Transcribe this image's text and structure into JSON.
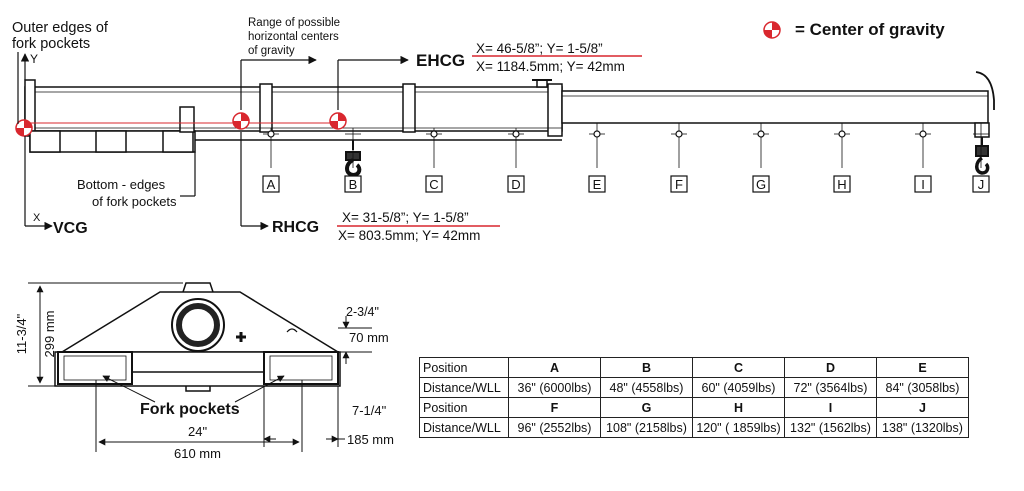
{
  "labels": {
    "outer_edges": [
      "Outer edges of",
      "fork pockets"
    ],
    "range_cg": [
      "Range of possible",
      "horizontal centers",
      "of gravity"
    ],
    "legend": "= Center of gravity",
    "ehcg": "EHCG",
    "ehcg_in": "X= 46-5/8”; Y= 1-5/8”",
    "ehcg_mm": "X= 1184.5mm; Y= 42mm",
    "rhcg": "RHCG",
    "rhcg_in": "X= 31-5/8”; Y= 1-5/8”",
    "rhcg_mm": "X= 803.5mm; Y= 42mm",
    "bottom_edges": [
      "Bottom - edges",
      "of fork pockets"
    ],
    "vcg": "VCG",
    "axis_y": "Y",
    "axis_x": "X",
    "positions": [
      "A",
      "B",
      "C",
      "D",
      "E",
      "F",
      "G",
      "H",
      "I",
      "J"
    ],
    "dim_height_in": "11-3/4\"",
    "dim_height_mm": "299 mm",
    "dim_pocket_h_in": "2-3/4\"",
    "dim_pocket_h_mm": "70 mm",
    "fork_pockets": "Fork pockets",
    "dim_pocket_w_in": "7-1/4\"",
    "dim_pocket_w_mm": "185 mm",
    "dim_center_in": "24\"",
    "dim_center_mm": "610 mm"
  },
  "table": {
    "rows": [
      {
        "label": "Position",
        "cells": [
          "A",
          "B",
          "C",
          "D",
          "E"
        ]
      },
      {
        "label": "Distance/WLL",
        "cells": [
          "36\" (6000lbs)",
          "48\" (4558lbs)",
          "60\" (4059lbs)",
          "72\" (3564lbs)",
          "84\" (3058lbs)"
        ]
      },
      {
        "label": "Position",
        "cells": [
          "F",
          "G",
          "H",
          "I",
          "J"
        ]
      },
      {
        "label": "Distance/WLL",
        "cells": [
          "96\" (2552lbs)",
          "108\" (2158lbs)",
          "120\" ( 1859lbs)",
          "132\" (1562lbs)",
          "138\" (1320lbs)"
        ]
      }
    ]
  },
  "colors": {
    "cg_red": "#d9272e",
    "line": "#111111"
  }
}
